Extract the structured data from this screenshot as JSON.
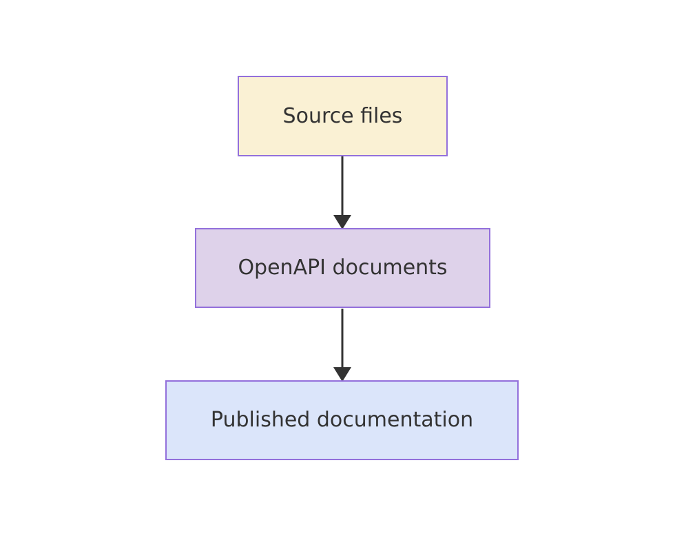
{
  "diagram": {
    "type": "flowchart",
    "direction": "top-down",
    "nodes": [
      {
        "id": "source",
        "label": "Source files"
      },
      {
        "id": "openapi",
        "label": "OpenAPI documents"
      },
      {
        "id": "published",
        "label": "Published documentation"
      }
    ],
    "edges": [
      {
        "from": "Source files",
        "to": "OpenAPI documents"
      },
      {
        "from": "OpenAPI documents",
        "to": "Published documentation"
      }
    ]
  },
  "colors": {
    "background": "#ffffff",
    "border": "#9370DB",
    "text": "#333333",
    "edge": "#333333",
    "node_source_fill": "#faf1d4",
    "node_openapi_fill": "#ded2ea",
    "node_published_fill": "#dbe5fa"
  }
}
